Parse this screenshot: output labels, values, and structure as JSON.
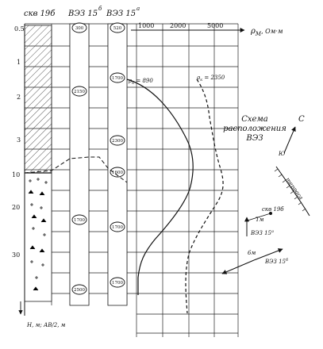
{
  "headers": {
    "well": "скв 19б",
    "ves_b": "ВЭЗ 15",
    "ves_b_sup": "б",
    "ves_a": "ВЭЗ 15",
    "ves_a_sup": "а",
    "rho_axis": "ρ",
    "rho_axis_sub": "М",
    "rho_axis_unit": ", Ом·м"
  },
  "rho_ticks": [
    "1000",
    "2000",
    "5000"
  ],
  "depth_ticks": [
    "0.5",
    "1",
    "2",
    "3",
    "10",
    "20",
    "30"
  ],
  "depth_axis_label": "Н, м; ",
  "depth_axis_label2": "АВ/2, м",
  "ves_b_labels": [
    "300",
    "2150",
    "1700",
    "2500"
  ],
  "ves_a_labels": [
    "520",
    "1700",
    "2300",
    "1600",
    "1700",
    "1700"
  ],
  "curve_labels": {
    "left": "ρ",
    "left_sub": "к",
    "left_value": " = 890",
    "right": "ρ",
    "right_sub": "к",
    "right_value": " = 2350"
  },
  "scheme": {
    "title_line1": "Схема",
    "title_line2": "расположения",
    "title_line3": "ВЭЗ",
    "north": "С",
    "south": "Ю",
    "river": "терраса",
    "well": "скв 19б",
    "point_tm": "Тм",
    "point_6m": "6м",
    "ves_a": "ВЭЗ 15",
    "ves_a_sup": "а",
    "ves_b": "ВЭЗ 15",
    "ves_b_sup": "б"
  }
}
